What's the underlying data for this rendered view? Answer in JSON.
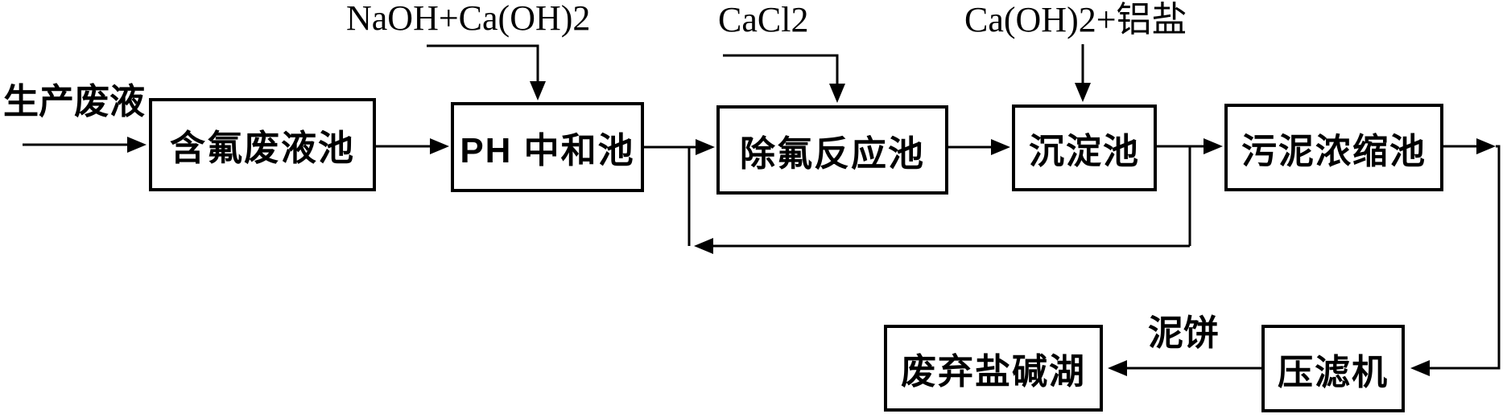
{
  "figure": {
    "type": "process-flow-diagram",
    "background_color": "#ffffff",
    "line_color": "#000000",
    "input_label": "生产废液",
    "boxes": [
      {
        "label": "含氟废液池"
      },
      {
        "label": "PH 中和池"
      },
      {
        "label": "除氟反应池"
      },
      {
        "label": "沉淀池"
      },
      {
        "label": "污泥浓缩池"
      },
      {
        "label": "废弃盐碱湖"
      },
      {
        "label": "压滤机"
      }
    ],
    "chemical_inputs": [
      {
        "text": "NaOH+Ca(OH)2",
        "feeds_into": "PH 中和池"
      },
      {
        "text": "CaCl2",
        "feeds_into": "除氟反应池"
      },
      {
        "text": "Ca(OH)2+铝盐",
        "feeds_into": "沉淀池"
      }
    ],
    "flow_label": "泥饼",
    "connections": [
      "生产废液 → 含氟废液池",
      "含氟废液池 → PH 中和池",
      "NaOH+Ca(OH)2 → PH 中和池",
      "PH 中和池 → 除氟反应池",
      "CaCl2 → 除氟反应池",
      "除氟反应池 → 沉淀池",
      "Ca(OH)2+铝盐 → 沉淀池",
      "沉淀池 → 污泥浓缩池",
      "沉淀池出口回流 → 除氟反应池进口",
      "污泥浓缩池 → 压滤机",
      "压滤机 → (泥饼) → 废弃盐碱湖"
    ]
  }
}
